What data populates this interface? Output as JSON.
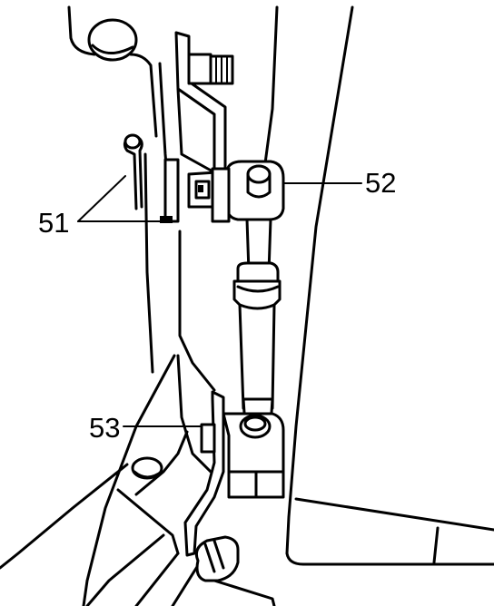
{
  "callouts": [
    {
      "id": "51",
      "label": "51"
    },
    {
      "id": "52",
      "label": "52"
    },
    {
      "id": "53",
      "label": "53"
    }
  ]
}
